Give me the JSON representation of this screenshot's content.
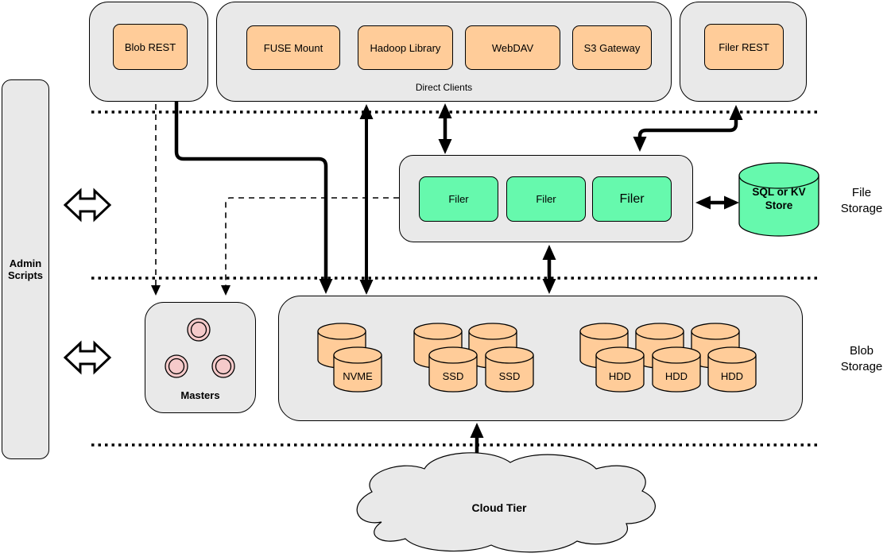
{
  "colors": {
    "canvas-bg": "#ffffff",
    "group-fill": "#e9e9e9",
    "node-orange": "#ffcc99",
    "node-green": "#66f9ad",
    "node-pink": "#f5caca",
    "line": "#000000"
  },
  "admin": {
    "label": "Admin Scripts"
  },
  "clients": {
    "blob_rest": "Blob REST",
    "direct_label": "Direct Clients",
    "direct_items": [
      "FUSE Mount",
      "Hadoop Library",
      "WebDAV",
      "S3 Gateway"
    ],
    "filer_rest": "Filer REST"
  },
  "file_tier": {
    "filers": [
      "Filer",
      "Filer",
      "Filer"
    ],
    "store": "SQL or KV Store",
    "label": "File Storage"
  },
  "masters": {
    "label": "Masters"
  },
  "blob_tier": {
    "label": "Blob Storage",
    "disks": [
      "NVME",
      "SSD",
      "SSD",
      "HDD",
      "HDD",
      "HDD"
    ]
  },
  "cloud": {
    "label": "Cloud Tier"
  }
}
